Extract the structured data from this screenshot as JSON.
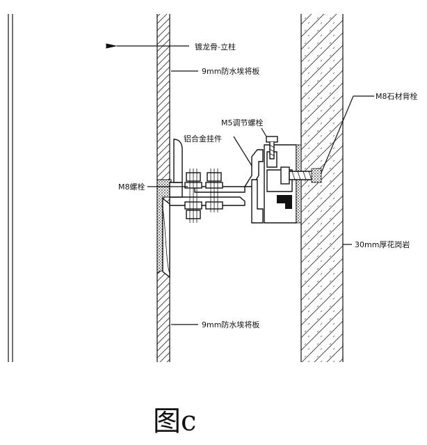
{
  "labels": {
    "keel": "镀龙骨-立柱",
    "board_top": "9mm防水埃将板",
    "board_bottom": "9mm防水埃将板",
    "stone_bolt": "M8石材背栓",
    "adjust_bolt": "M5调节螺栓",
    "alloy_hanger": "铝合金挂件",
    "m8_bolt": "M8螺栓",
    "granite": "30mm厚花岗岩"
  },
  "caption": "图c"
}
